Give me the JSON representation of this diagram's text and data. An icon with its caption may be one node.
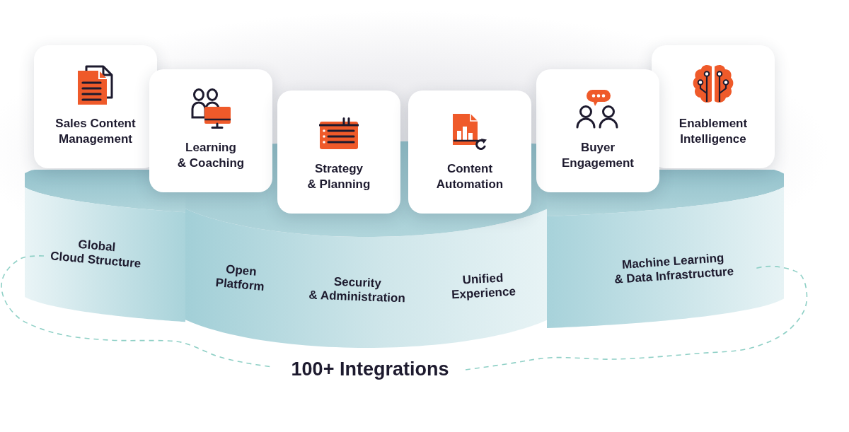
{
  "diagram": {
    "nodes": [
      {
        "text": [
          "Sales Content Management"
        ]
      },
      {
        "text": [
          "Learning & Coaching"
        ]
      },
      {
        "text": [
          "Strategy & Planning"
        ]
      },
      {
        "text": [
          "Content Automation"
        ]
      },
      {
        "text": [
          "Buyer Engagement"
        ]
      },
      {
        "text": [
          "Enablement Intelligence"
        ]
      },
      {
        "text": [
          "Global Cloud Structure"
        ]
      },
      {
        "text": [
          "Open Platform",
          "Security & Administration",
          "Unified Experience"
        ]
      },
      {
        "text": [
          "Machine Learning & Data Infrastructure"
        ]
      }
    ],
    "labels": [
      "100+ Integrations"
    ]
  }
}
